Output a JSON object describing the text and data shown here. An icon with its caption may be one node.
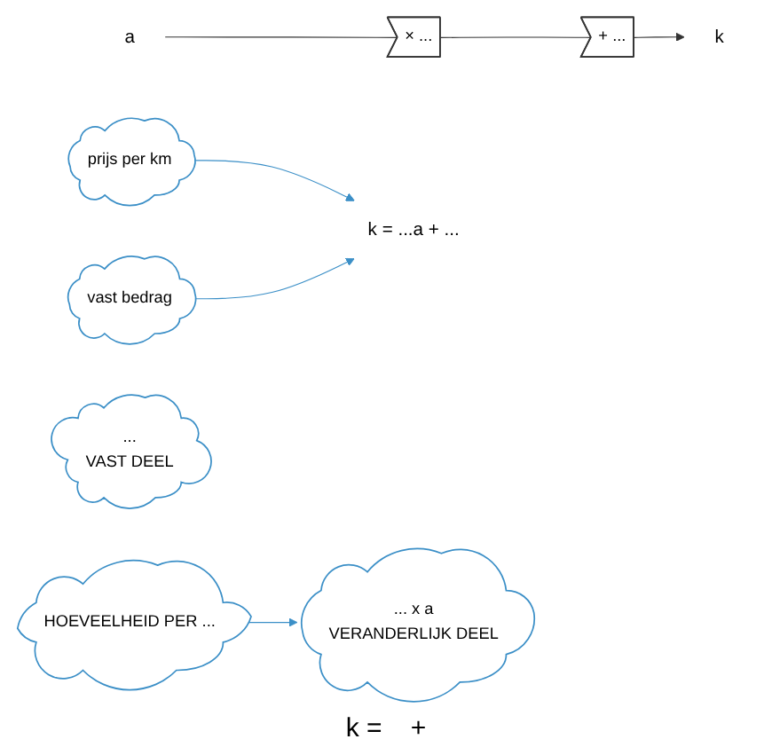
{
  "diagram": {
    "nodes": [
      {
        "text": [
          "a"
        ]
      },
      {
        "text": [
          "× ..."
        ]
      },
      {
        "text": [
          "+ ..."
        ]
      },
      {
        "text": [
          "k"
        ]
      },
      {
        "text": [
          "k = ...a + ..."
        ]
      },
      {
        "text": [
          "prijs per km"
        ]
      },
      {
        "text": [
          "vast bedrag"
        ]
      },
      {
        "text": [
          "... x a",
          "VERANDERLIJK DEEL"
        ]
      },
      {
        "text": [
          "...",
          "VAST DEEL"
        ]
      },
      {
        "text": [
          "HOEVEELHEID PER ..."
        ]
      }
    ],
    "edges": [
      {
        "from": 0,
        "to": 1,
        "arrow": "none"
      },
      {
        "from": 1,
        "to": 2,
        "arrow": "none"
      },
      {
        "from": 2,
        "to": 3,
        "arrow": "to"
      },
      {
        "from": 5,
        "to": 4,
        "arrow": "to",
        "color": "#3b8fc7"
      },
      {
        "from": 6,
        "to": 4,
        "arrow": "to",
        "color": "#3b8fc7"
      },
      {
        "from": 9,
        "to": 7,
        "arrow": "to",
        "color": "#3b8fc7"
      }
    ],
    "labels": [
      "k =",
      "+"
    ]
  }
}
